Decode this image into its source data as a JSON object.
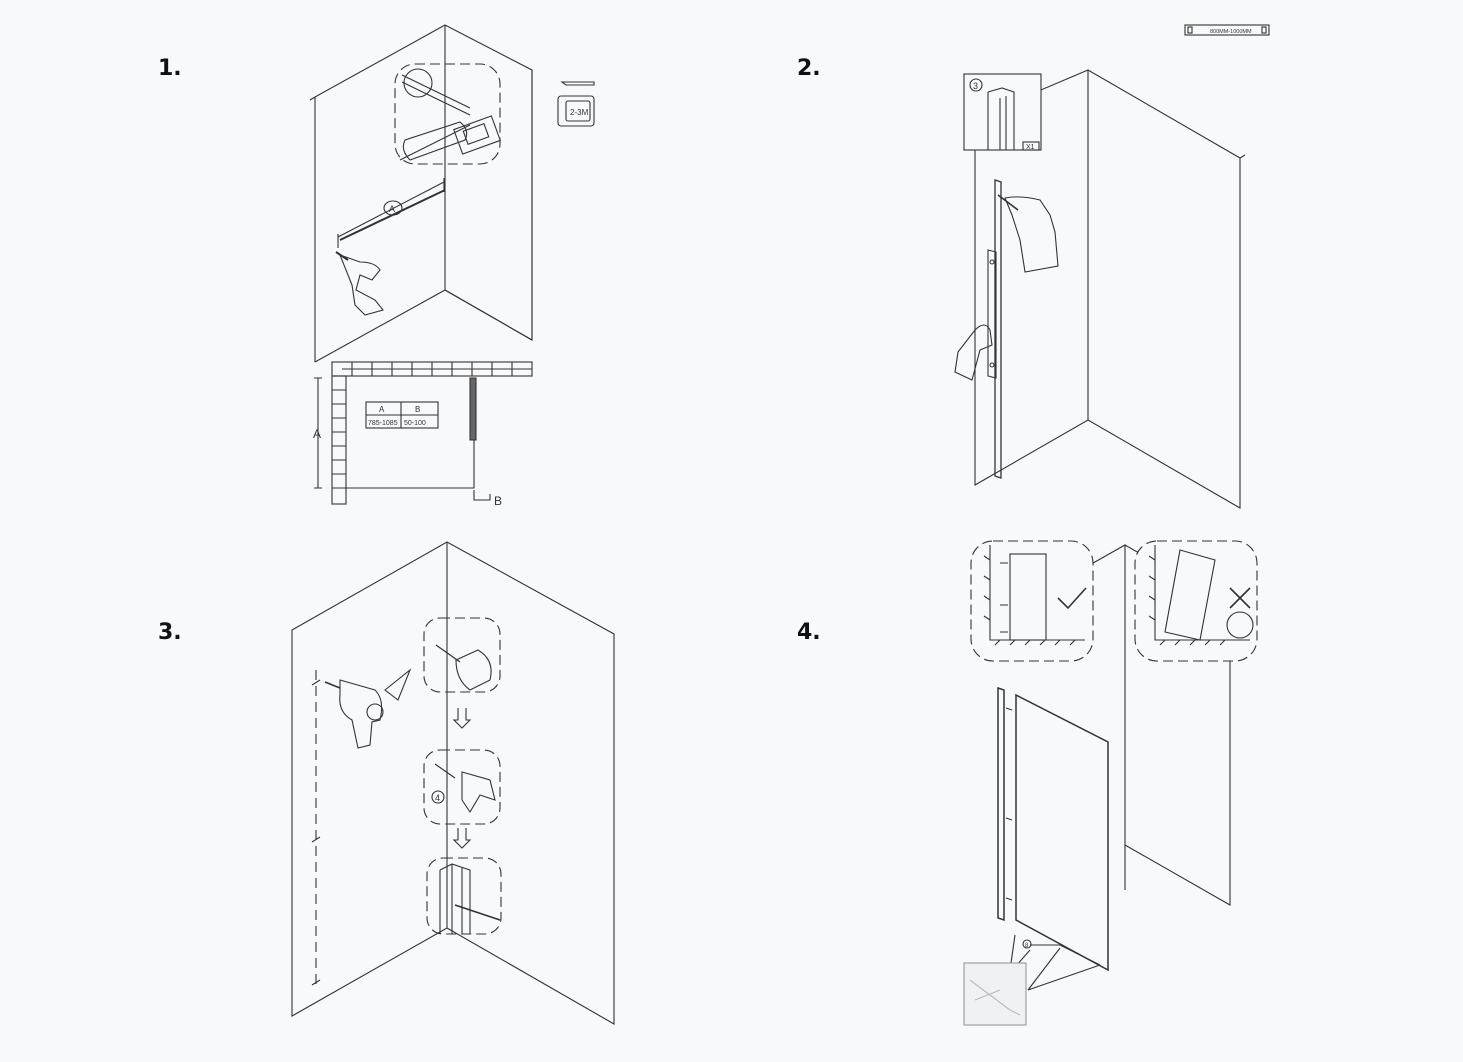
{
  "steps": [
    {
      "number": "1."
    },
    {
      "number": "2."
    },
    {
      "number": "3."
    },
    {
      "number": "4."
    }
  ],
  "step1": {
    "tape_label": "2-3M",
    "callout_letter": "A",
    "table": {
      "headers": [
        "A",
        "B"
      ],
      "values": [
        "785-1085",
        "50-100"
      ]
    },
    "dim_a": "A",
    "dim_b": "B"
  },
  "step2": {
    "level_label": "800MM-1000MM",
    "part_number": "3",
    "part_tag": "X1"
  },
  "step3": {
    "part_number": "4"
  },
  "step4": {
    "part_number": "8"
  }
}
